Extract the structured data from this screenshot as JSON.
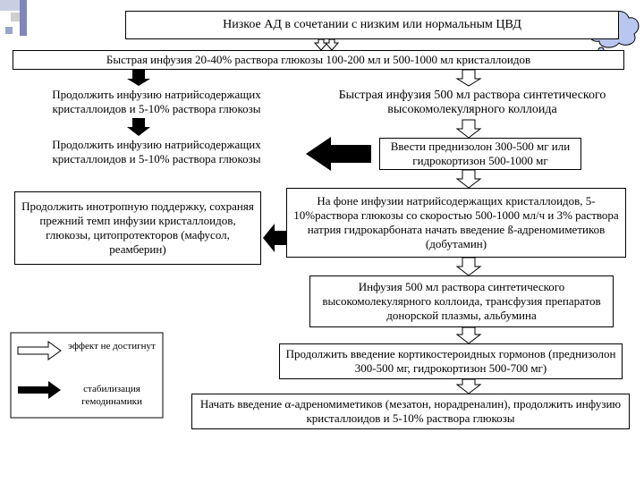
{
  "boxes": {
    "title": "Низкое АД в сочетании с низким или нормальным ЦВД",
    "step1": "Быстрая инфузия 20-40% раствора глюкозы 100-200 мл и 500-1000 мл кристаллоидов",
    "left1": "Продолжить инфузию натрийсодержащих кристаллоидов и 5-10% раствора глюкозы",
    "right1": "Быстрая инфузия 500 мл раствора синтетического высокомолекулярного коллоида",
    "left2": "Продолжить инфузию натрийсодержащих кристаллоидов и 5-10% раствора глюкозы",
    "right2": "Ввести преднизолон 300-500 мг или гидрокортизон 500-1000 мг",
    "left3": "Продолжить инотропную поддержку, сохраняя прежний темп инфузии кристаллоидов, глюкозы, цитопротекторов (мафусол, реамберин)",
    "right3": "На фоне инфузии натрийсодержащих кристаллоидов, 5-10%раствора глюкозы со скоростью 500-1000 мл/ч и 3% раствора натрия гидрокарбоната начать введение ß-адреномиметиков (добутамин)",
    "right4": "Инфузия 500 мл раствора синтетического высокомолекулярного коллоида, трансфузия препаратов донорской плазмы, альбумина",
    "right5": "Продолжить введение кортикостероидных гормонов (преднизолон 300-500 мг, гидрокортизон 500-700 мг)",
    "right6": "Начать введение α-адреномиметиков (мезатон, норадреналин), продолжить инфузию кристаллоидов и 5-10% раствора глюкозы"
  },
  "legend": {
    "white_arrow_label": "эффект не достигнут",
    "black_arrow_label": "стабилизация гемодинамики"
  }
}
